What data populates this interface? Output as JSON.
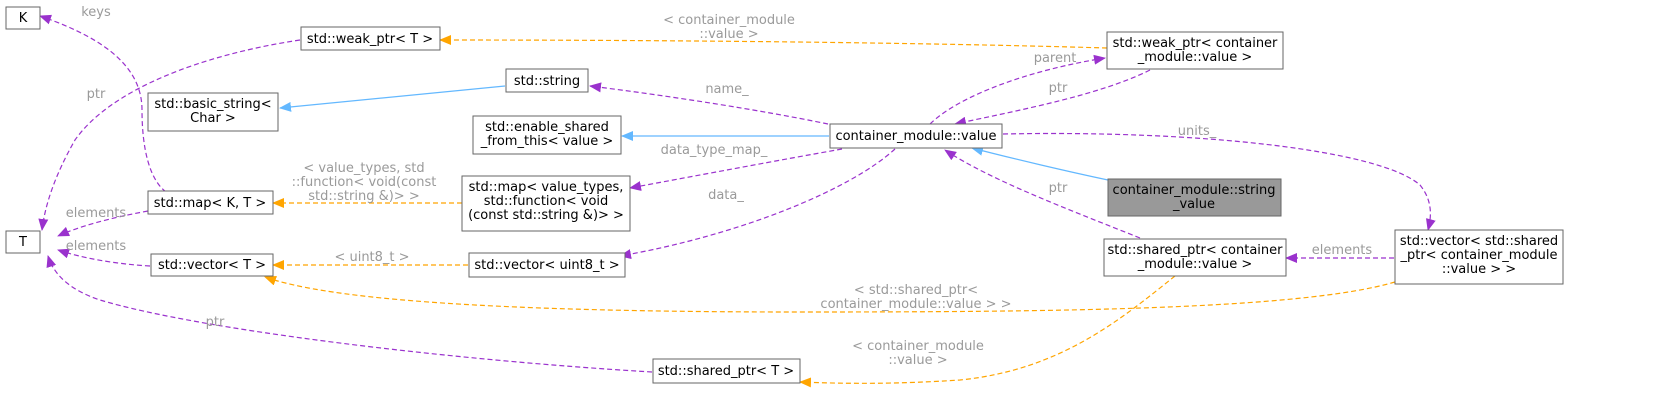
{
  "colors": {
    "inheritance": "#63b8ff",
    "usage": "#9a32cd",
    "template": "#ffa500",
    "edge_label": "#9a9a9a",
    "node_border": "#666666",
    "highlight_fill": "#999999"
  },
  "nodes": {
    "n_k": {
      "lines": [
        "K"
      ]
    },
    "n_t": {
      "lines": [
        "T"
      ]
    },
    "n_weak_t": {
      "lines": [
        "std::weak_ptr< T >"
      ]
    },
    "n_weak_cv": {
      "lines": [
        "std::weak_ptr< container",
        "_module::value >"
      ]
    },
    "n_string": {
      "lines": [
        "std::string"
      ]
    },
    "n_basic_string": {
      "lines": [
        "std::basic_string<",
        "Char >"
      ]
    },
    "n_enable_shared": {
      "lines": [
        "std::enable_shared",
        "_from_this< value >"
      ]
    },
    "n_value": {
      "lines": [
        "container_module::value"
      ]
    },
    "n_string_value": {
      "lines": [
        "container_module::string",
        "_value"
      ]
    },
    "n_map_kt": {
      "lines": [
        "std::map< K, T >"
      ]
    },
    "n_map_vt": {
      "lines": [
        "std::map< value_types,",
        "std::function< void",
        "(const std::string &)> >"
      ]
    },
    "n_vector_t": {
      "lines": [
        "std::vector< T >"
      ]
    },
    "n_vector_u8": {
      "lines": [
        "std::vector< uint8_t >"
      ]
    },
    "n_shared_cv": {
      "lines": [
        "std::shared_ptr< container",
        "_module::value >"
      ]
    },
    "n_vector_shared": {
      "lines": [
        "std::vector< std::shared",
        "_ptr< container_module",
        "::value > >"
      ]
    },
    "n_shared_t": {
      "lines": [
        "std::shared_ptr< T >"
      ]
    }
  },
  "edge_labels": {
    "keys": [
      "keys"
    ],
    "ptr_weak_t": [
      "ptr"
    ],
    "tmpl_weak": [
      "< container_module",
      "::value >"
    ],
    "parent": [
      "parent"
    ],
    "ptr_weak_cv": [
      "ptr"
    ],
    "name": [
      "name_"
    ],
    "units": [
      "units_"
    ],
    "tmpl_map": [
      "< value_types, std",
      "::function< void(const",
      "std::string &)> >"
    ],
    "data_type_map": [
      "data_type_map_"
    ],
    "data": [
      "data_"
    ],
    "elements_map": [
      "elements"
    ],
    "elements_vector": [
      "elements"
    ],
    "tmpl_u8": [
      "< uint8_t >"
    ],
    "ptr_shared_cv": [
      "ptr"
    ],
    "elements_vs": [
      "elements"
    ],
    "tmpl_vs": [
      "< std::shared_ptr<",
      "container_module::value > >"
    ],
    "ptr_shared_t": [
      "ptr"
    ],
    "tmpl_shared": [
      "< container_module",
      "::value >"
    ]
  }
}
